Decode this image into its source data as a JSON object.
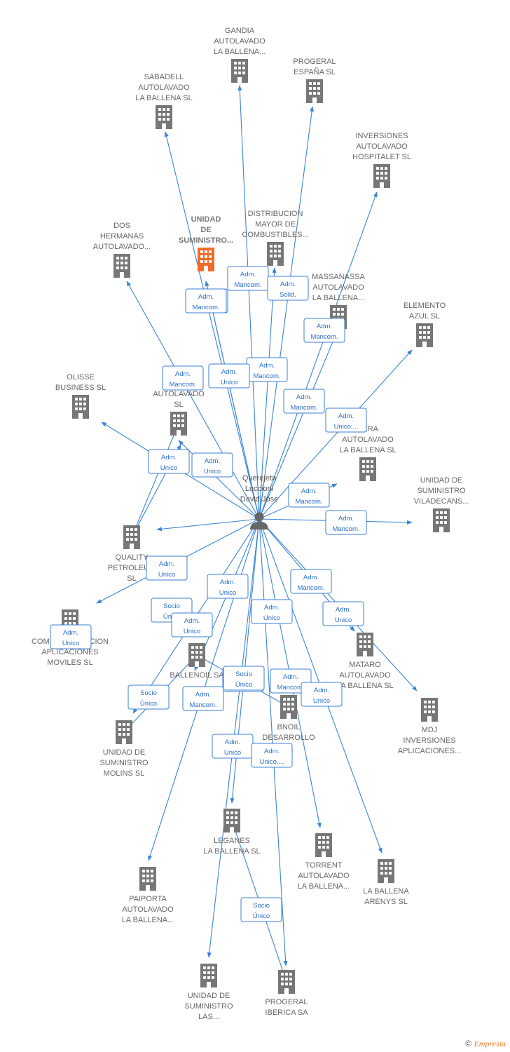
{
  "colors": {
    "edge": "#3a85d8",
    "building": "#777777",
    "building_main": "#f26b2a",
    "badge_border": "#3a7fd5",
    "badge_text": "#2a6fc9",
    "label": "#666666"
  },
  "person": {
    "id": "p",
    "lines": [
      "Querejeta",
      "Luccioni",
      "David Jose"
    ],
    "icon": "person-icon"
  },
  "companies": [
    {
      "id": "gandia",
      "lines": [
        "GANDIA",
        "AUTOLAVADO",
        "LA BALLENA..."
      ],
      "icon": "building-icon"
    },
    {
      "id": "sabadell",
      "lines": [
        "SABADELL",
        "AUTOLAVADO",
        "LA BALLENA SL"
      ],
      "icon": "building-icon"
    },
    {
      "id": "progeral_esp",
      "lines": [
        "PROGERAL",
        "ESPAÑA SL"
      ],
      "icon": "building-icon"
    },
    {
      "id": "inversiones",
      "lines": [
        "INVERSIONES",
        "AUTOLAVADO",
        "HOSPITALET SL"
      ],
      "icon": "building-icon"
    },
    {
      "id": "dos_hermanas",
      "lines": [
        "DOS",
        "HERMANAS",
        "AUTOLAVADO..."
      ],
      "icon": "building-icon"
    },
    {
      "id": "unidad_sum",
      "lines": [
        "UNIDAD",
        "DE",
        "SUMINISTRO..."
      ],
      "icon": "building-icon",
      "main": true
    },
    {
      "id": "distribucion",
      "lines": [
        "DISTRIBUCION",
        "MAYOR DE",
        "COMBUSTIBLES..."
      ],
      "icon": "building-icon"
    },
    {
      "id": "massanassa",
      "lines": [
        "MASSANASSA",
        "AUTOLAVADO",
        "LA BALLENA..."
      ],
      "icon": "building-icon"
    },
    {
      "id": "elemento",
      "lines": [
        "ELEMENTO",
        "AZUL SL"
      ],
      "icon": "building-icon"
    },
    {
      "id": "olisse",
      "lines": [
        "OLISSE",
        "BUSINESS  SL"
      ],
      "icon": "building-icon"
    },
    {
      "id": "autolavado",
      "lines": [
        "AUTOLAVADO",
        "SL"
      ],
      "icon": "building-icon"
    },
    {
      "id": "bera",
      "lines": [
        "BERA",
        "AUTOLAVADO",
        "LA BALLENA SL"
      ],
      "icon": "building-icon"
    },
    {
      "id": "viladecans",
      "lines": [
        "UNIDAD DE",
        "SUMINISTRO",
        "VILADECANS..."
      ],
      "icon": "building-icon"
    },
    {
      "id": "quality",
      "lines": [
        "QUALITY",
        "PETROLEUM",
        "SL"
      ],
      "icon": "building-icon"
    },
    {
      "id": "comercializacion",
      "lines": [
        "COMERCIALIZACION",
        "APLICACIONES",
        "MOVILES  SL"
      ],
      "icon": "building-icon"
    },
    {
      "id": "ballenoil",
      "lines": [
        "BALLENOIL SA"
      ],
      "icon": "building-icon"
    },
    {
      "id": "mataro",
      "lines": [
        "MATARO",
        "AUTOLAVADO",
        "LA BALLENA SL"
      ],
      "icon": "building-icon"
    },
    {
      "id": "mdj",
      "lines": [
        "MDJ",
        "INVERSIONES",
        "APLICACIONES..."
      ],
      "icon": "building-icon"
    },
    {
      "id": "molins",
      "lines": [
        "UNIDAD DE",
        "SUMINISTRO",
        "MOLINS SL"
      ],
      "icon": "building-icon"
    },
    {
      "id": "bnoil",
      "lines": [
        "BNOIL",
        "DESARROLLO",
        "SL"
      ],
      "icon": "building-icon"
    },
    {
      "id": "leganes",
      "lines": [
        "LEGANES",
        "LA BALLENA SL"
      ],
      "icon": "building-icon"
    },
    {
      "id": "torrent",
      "lines": [
        "TORRENT",
        "AUTOLAVADO",
        "LA BALLENA..."
      ],
      "icon": "building-icon"
    },
    {
      "id": "arenys",
      "lines": [
        "LA BALLENA",
        "ARENYS SL"
      ],
      "icon": "building-icon"
    },
    {
      "id": "paiporta",
      "lines": [
        "PAIPORTA",
        "AUTOLAVADO",
        "LA BALLENA..."
      ],
      "icon": "building-icon"
    },
    {
      "id": "unidad_las",
      "lines": [
        "UNIDAD DE",
        "SUMINISTRO",
        "LAS..."
      ],
      "icon": "building-icon"
    },
    {
      "id": "progeral_ib",
      "lines": [
        "PROGERAL",
        "IBERICA SA"
      ],
      "icon": "building-icon"
    }
  ],
  "relations": [
    {
      "from": "p",
      "to": "sabadell",
      "badge": [
        "Adm.",
        "Mancom."
      ]
    },
    {
      "from": "p",
      "to": "gandia",
      "badge": [
        "Adm.",
        "Mancom."
      ]
    },
    {
      "from": "p",
      "to": "unidad_sum",
      "badge": [
        "Adm.",
        "Mancom."
      ]
    },
    {
      "from": "p",
      "to": "distribucion",
      "badge": [
        "Adm.",
        "Solid."
      ]
    },
    {
      "from": "p",
      "to": "dos_hermanas",
      "badge": [
        "Adm.",
        "Mancom."
      ]
    },
    {
      "from": "p",
      "to": "progeral_esp",
      "badge": [
        "Adm.",
        "Mancom."
      ]
    },
    {
      "from": "p",
      "to": "unidad_sum",
      "badge": [
        "Adm.",
        "Unico"
      ]
    },
    {
      "from": "p",
      "to": "massanassa",
      "badge": [
        "Adm.",
        "Mancom."
      ]
    },
    {
      "from": "p",
      "to": "inversiones",
      "badge": [
        "Adm.",
        "Mancom."
      ]
    },
    {
      "from": "p",
      "to": "elemento",
      "badge": [
        "Adm.",
        "Unico,..."
      ]
    },
    {
      "from": "p",
      "to": "olisse",
      "badge": [
        "Adm.",
        "Unico"
      ]
    },
    {
      "from": "p",
      "to": "autolavado",
      "badge": [
        "Adm.",
        "Unico"
      ]
    },
    {
      "from": "p",
      "to": "bera",
      "badge": [
        "Adm.",
        "Mancom."
      ]
    },
    {
      "from": "p",
      "to": "viladecans",
      "badge": [
        "Adm.",
        "Mancom."
      ]
    },
    {
      "from": "p",
      "to": "quality",
      "badge": [
        "Adm.",
        "Unico"
      ]
    },
    {
      "from": "quality",
      "to": "autolavado",
      "badge": [
        "Socio",
        "Único"
      ]
    },
    {
      "from": "p",
      "to": "comercializacion",
      "badge": [
        "Adm.",
        "Unico"
      ]
    },
    {
      "from": "p",
      "to": "molins",
      "badge": [
        "Adm.",
        "Unico"
      ]
    },
    {
      "from": "ballenoil",
      "to": "molins",
      "badge": [
        "Socio",
        "Único"
      ]
    },
    {
      "from": "quality",
      "to": "ballenoil",
      "badge": [
        "Socio",
        "Único"
      ]
    },
    {
      "from": "p",
      "to": "mataro",
      "badge": [
        "Adm.",
        "Mancom."
      ]
    },
    {
      "from": "p",
      "to": "mdj",
      "badge": [
        "Adm.",
        "Unico"
      ]
    },
    {
      "from": "p",
      "to": "ballenoil",
      "badge": [
        "Adm.",
        "Unico"
      ]
    },
    {
      "from": "ballenoil",
      "to": "bnoil",
      "badge": [
        "Socio",
        "Único"
      ]
    },
    {
      "from": "p",
      "to": "torrent",
      "badge": [
        "Adm.",
        "Mancom."
      ]
    },
    {
      "from": "p",
      "to": "arenys",
      "badge": [
        "Adm.",
        "Unico"
      ]
    },
    {
      "from": "p",
      "to": "paiporta",
      "badge": [
        "Adm.",
        "Mancom."
      ]
    },
    {
      "from": "p",
      "to": "leganes",
      "badge": [
        "Adm.",
        "Unico"
      ]
    },
    {
      "from": "p",
      "to": "progeral_ib",
      "badge": [
        "Adm.",
        "Unico,..."
      ]
    },
    {
      "from": "progeral_ib",
      "to": "leganes",
      "badge": [
        "Socio",
        "Único"
      ]
    },
    {
      "from": "p",
      "to": "unidad_las",
      "badge": [
        "Adm.",
        "Unico"
      ]
    }
  ],
  "footer": {
    "copyright": "©",
    "brand": "Empresia"
  }
}
